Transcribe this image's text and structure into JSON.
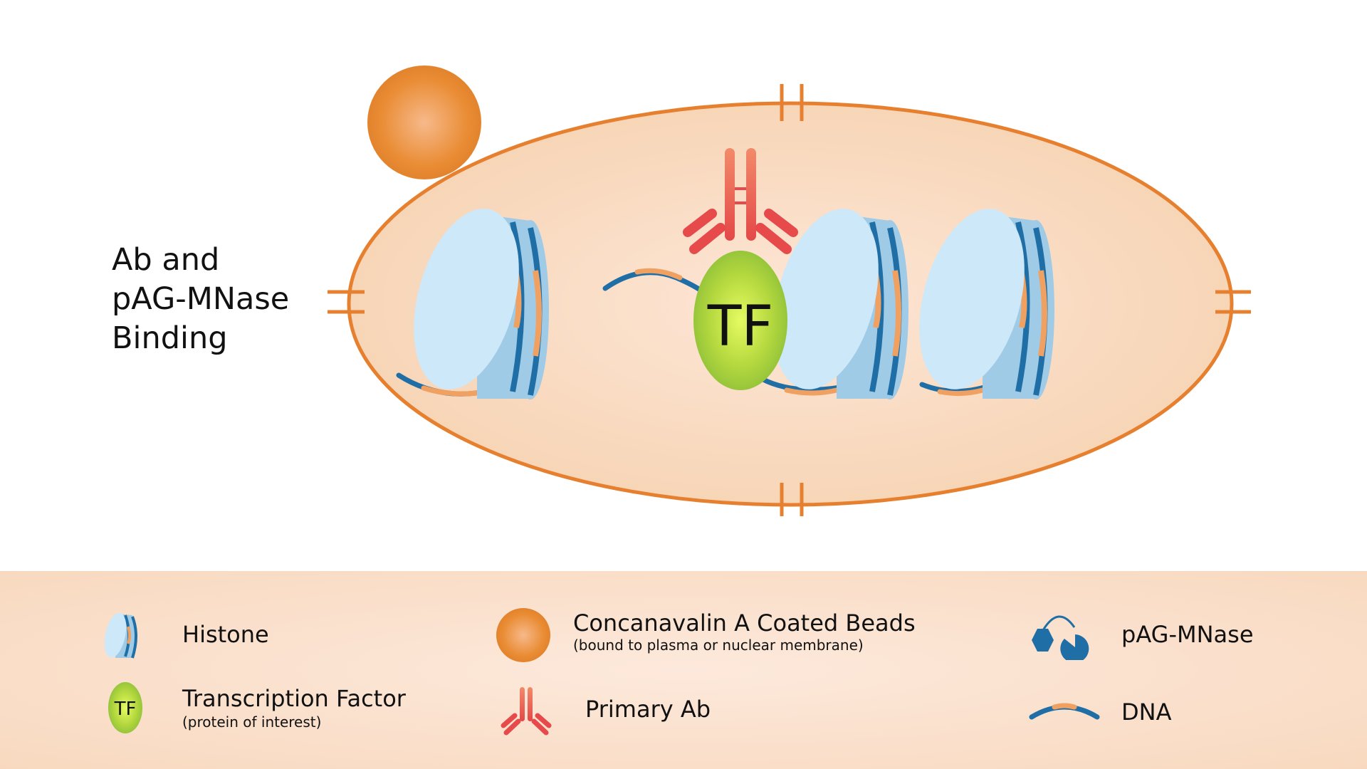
{
  "stage_title": {
    "line1": "Ab and",
    "line2": "pAG-MNase",
    "line3": "Binding"
  },
  "diagram": {
    "tf_label": "TF"
  },
  "legend": {
    "histone": {
      "label": "Histone",
      "icon": "histone-icon"
    },
    "transcription_factor": {
      "label": "Transcription Factor",
      "sublabel": "(protein of interest)",
      "icon_text": "TF"
    },
    "beads": {
      "label": "Concanavalin A Coated Beads",
      "sublabel": "(bound to plasma or nuclear membrane)",
      "icon": "bead-icon"
    },
    "primary_ab": {
      "label": "Primary Ab",
      "icon": "antibody-icon"
    },
    "pag_mnase": {
      "label": "pAG-MNase",
      "icon": "pag-mnase-icon"
    },
    "dna": {
      "label": "DNA",
      "icon": "dna-icon"
    }
  },
  "colors": {
    "membrane": "#e6802f",
    "cell_fill": "#f7d6b8",
    "bead": "#e8882f",
    "histone_light": "#cde8f8",
    "histone_dark": "#9fcbe6",
    "dna_blue": "#1f6ea6",
    "dna_orange": "#f0a060",
    "antibody": "#e64a4a",
    "tf_green": "#a7d13a"
  }
}
